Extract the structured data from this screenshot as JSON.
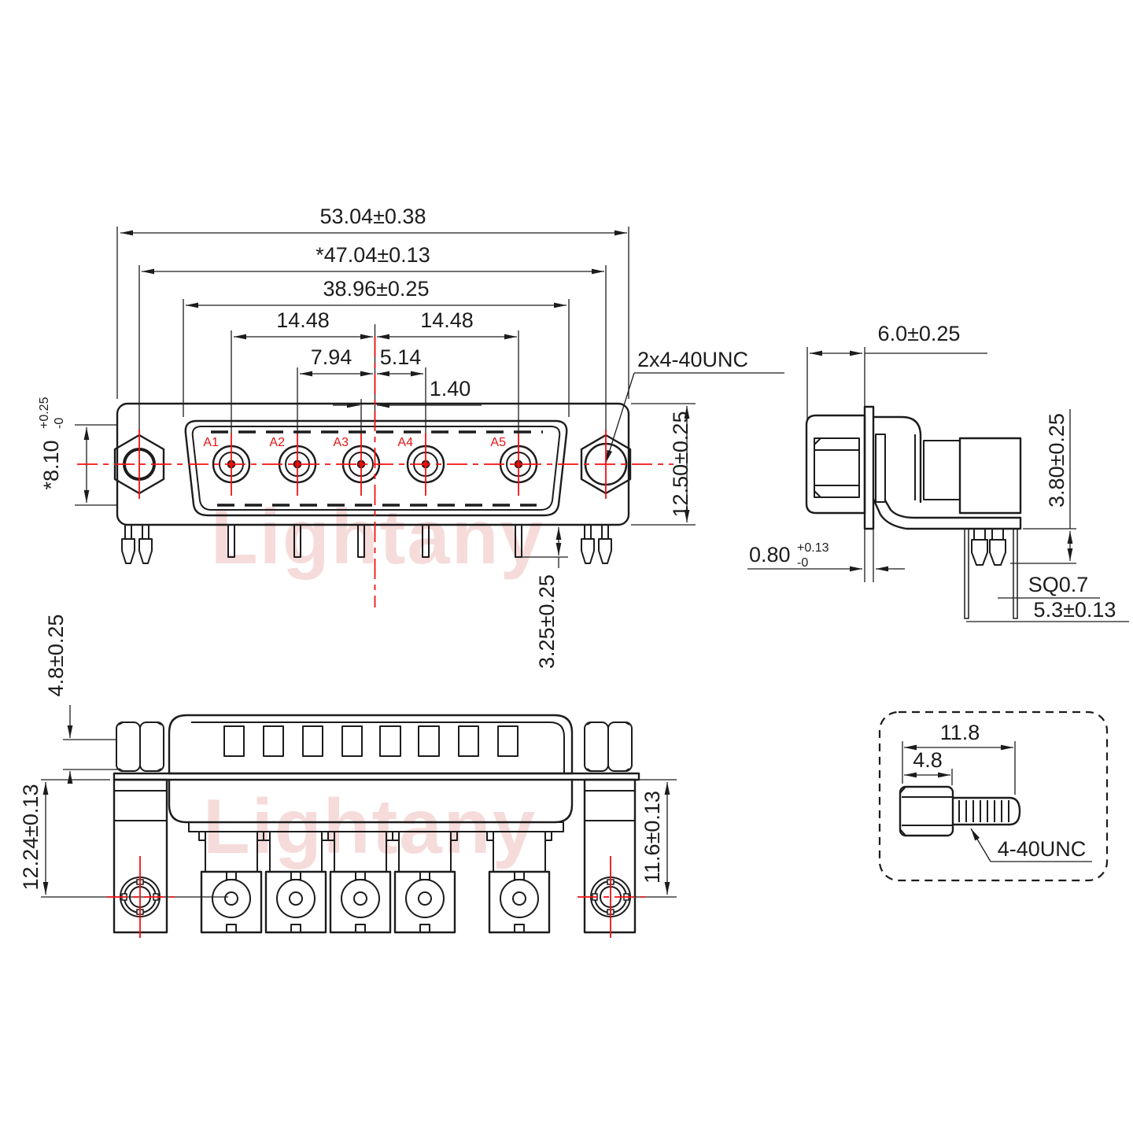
{
  "watermark": "Lightany",
  "colors": {
    "line": "#1c1c1c",
    "centerline_red": "#f21111",
    "label_red": "#e31414",
    "watermark_pink": "#efb9b9"
  },
  "front": {
    "contacts": {
      "a1": "A1",
      "a2": "A2",
      "a3": "A3",
      "a4": "A4",
      "a5": "A5"
    },
    "dims": {
      "total_width": "53.04±0.38",
      "mount_span": "*47.04±0.13",
      "insert_width": "38.96±0.25",
      "pitch_left": "14.48",
      "pitch_right": "14.48",
      "a2_offset": "7.94",
      "a4_offset": "5.14",
      "a3_offset": "1.40",
      "shell_height": "12.50±0.25",
      "cutout_height_main": "*8.10",
      "cutout_tol_plus": "+0.25",
      "cutout_tol_minus": "-0",
      "pin_tail_length": "3.25±0.25",
      "thread_callout": "2x4-40UNC"
    }
  },
  "side": {
    "dims": {
      "front_depth": "6.0±0.25",
      "tail_standoff": "3.80±0.25",
      "flange_thickness_main": "0.80",
      "flange_tol_plus": "+0.13",
      "flange_tol_minus": "-0",
      "pin_square": "SQ0.7",
      "pin_length": "5.3±0.13"
    }
  },
  "bottom": {
    "dims": {
      "standoff_height": "4.8±0.25",
      "row_offset": "12.24±0.13",
      "body_depth": "11.6±0.13"
    }
  },
  "screw_detail": {
    "dims": {
      "total_length": "11.8",
      "head_length": "4.8",
      "thread": "4-40UNC"
    }
  }
}
